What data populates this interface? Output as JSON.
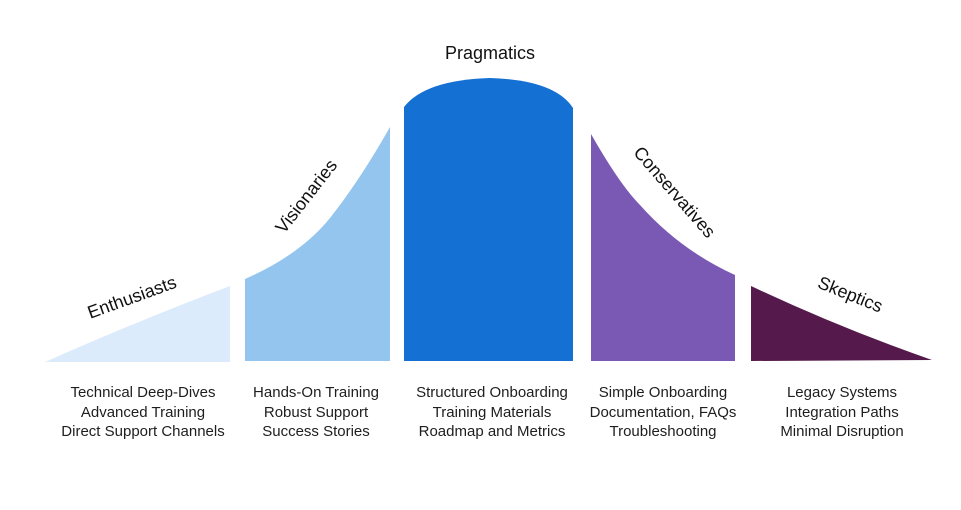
{
  "segments": [
    {
      "name": "Enthusiasts",
      "color": "#dcebfb",
      "items": [
        "Technical Deep-Dives",
        "Advanced Training",
        "Direct Support Channels"
      ]
    },
    {
      "name": "Visionaries",
      "color": "#93c5ee",
      "items": [
        "Hands-On Training",
        "Robust Support",
        "Success Stories"
      ]
    },
    {
      "name": "Pragmatics",
      "color": "#1470d2",
      "items": [
        "Structured Onboarding",
        "Training Materials",
        "Roadmap and Metrics"
      ]
    },
    {
      "name": "Conservatives",
      "color": "#7a59b5",
      "items": [
        "Simple Onboarding",
        "Documentation, FAQs",
        "Troubleshooting"
      ]
    },
    {
      "name": "Skeptics",
      "color": "#551a4b",
      "items": [
        "Legacy Systems",
        "Integration Paths",
        "Minimal Disruption"
      ]
    }
  ]
}
